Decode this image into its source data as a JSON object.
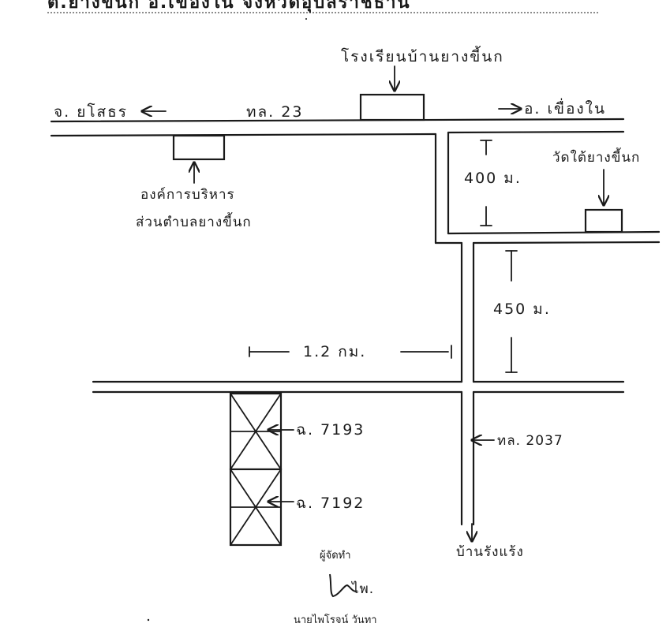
{
  "header": {
    "partial_title": "ต.ยางขี้นก อ.เขื่องใน จังหวัดอุบลราชธานี"
  },
  "roads": {
    "main_highway": "ทล. 23",
    "to_west": "จ. ยโสธร",
    "to_east": "อ. เขื่องใน",
    "south_highway": "ทล. 2037",
    "south_destination": "บ้านรังแร้ง"
  },
  "landmarks": {
    "school": "โรงเรียนบ้านยางขี้นก",
    "temple": "วัดใต้ยางขี้นก",
    "sao_line1": "องค์การบริหาร",
    "sao_line2": "ส่วนตำบลยางขี้นก"
  },
  "distances": {
    "upper_segment": "400 ม.",
    "lower_segment": "450 ม.",
    "horizontal": "1.2 กม."
  },
  "parcels": {
    "parcel_upper": "ฉ. 7193",
    "parcel_lower": "ฉ. 7192"
  },
  "signature": {
    "role": "ผู้จัดทำ",
    "mark": "ไพ.",
    "name": "นายไพโรจน์ วันทา"
  },
  "colors": {
    "ink": "#1a1a1a",
    "paper": "#ffffff"
  }
}
